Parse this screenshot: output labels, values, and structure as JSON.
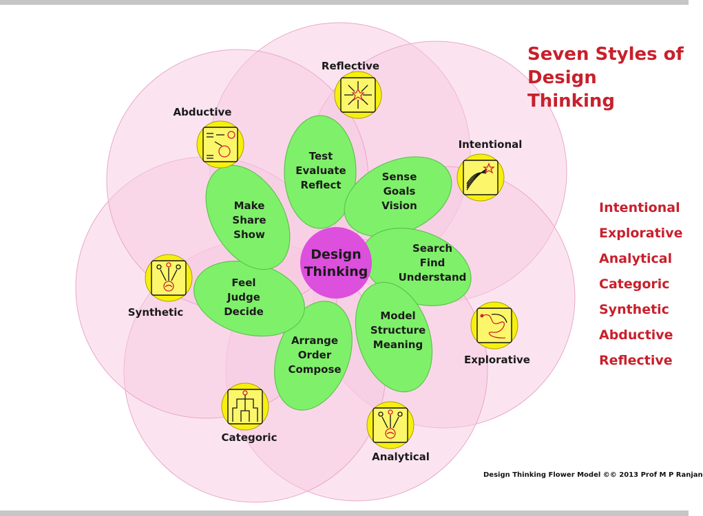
{
  "title": {
    "line1": "Seven Styles of",
    "line2": "Design Thinking"
  },
  "center": {
    "line1": "Design",
    "line2": "Thinking"
  },
  "petals": [
    {
      "lines": [
        "Test",
        "Evaluate",
        "Reflect"
      ]
    },
    {
      "lines": [
        "Sense",
        "Goals",
        "Vision"
      ]
    },
    {
      "lines": [
        "Search",
        "Find",
        "Understand"
      ]
    },
    {
      "lines": [
        "Model",
        "Structure",
        "Meaning"
      ]
    },
    {
      "lines": [
        "Arrange",
        "Order",
        "Compose"
      ]
    },
    {
      "lines": [
        "Feel",
        "Judge",
        "Decide"
      ]
    },
    {
      "lines": [
        "Make",
        "Share",
        "Show"
      ]
    }
  ],
  "styles": [
    {
      "label": "Reflective",
      "icon": "burst-icon"
    },
    {
      "label": "Intentional",
      "icon": "shooting-star-icon"
    },
    {
      "label": "Explorative",
      "icon": "wandering-path-icon"
    },
    {
      "label": "Analytical",
      "icon": "converging-arrows-icon"
    },
    {
      "label": "Categoric",
      "icon": "hierarchy-tree-icon"
    },
    {
      "label": "Synthetic",
      "icon": "merging-arrows-icon"
    },
    {
      "label": "Abductive",
      "icon": "apple-idea-icon"
    }
  ],
  "style_list": [
    "Intentional",
    "Explorative",
    "Analytical",
    "Categoric",
    "Synthetic",
    "Abductive",
    "Reflective"
  ],
  "credit": "Design Thinking Flower Model ©© 2013 Prof M P Ranjan",
  "colors": {
    "outer_circle": "#f7c9e1",
    "petal": "#7ff06a",
    "petal_stroke": "#5fc24f",
    "center": "#dd4fdd",
    "icon_circle": "#f7f00f",
    "accent_red": "#c8202c"
  }
}
